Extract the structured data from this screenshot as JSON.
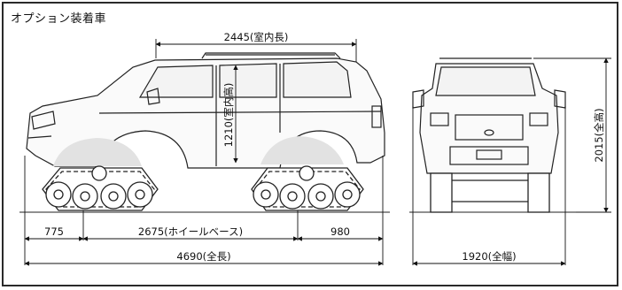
{
  "title": "オプション装着車",
  "labels": {
    "interior_length": "2445(室内長)",
    "interior_height": "1210(室内高)",
    "overall_height": "2015(全高)",
    "front_overhang": "775",
    "wheelbase": "2675(ホイールベース)",
    "rear_overhang": "980",
    "overall_length": "4690(全長)",
    "overall_width": "1920(全幅)"
  }
}
